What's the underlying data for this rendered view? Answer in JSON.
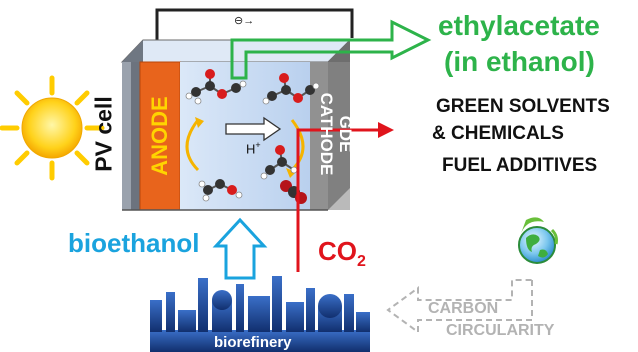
{
  "labels": {
    "pv_cell": "PV cell",
    "anode": "ANODE",
    "cathode_line1": "GDE",
    "cathode_line2": "CATHODE",
    "electron": "⊖→",
    "proton_base": "H",
    "proton_sup": "+",
    "product_line1": "ethylacetate",
    "product_line2": "(in ethanol)",
    "uses_line1": "GREEN SOLVENTS",
    "uses_line2": "& CHEMICALS",
    "uses_line3": "FUEL ADDITIVES",
    "feed": "bioethanol",
    "co2_base": "CO",
    "co2_sub": "2",
    "carbon_line1": "CARBON",
    "carbon_line2": "CIRCULARITY",
    "biorefinery": "biorefinery"
  },
  "colors": {
    "anode": "#e8641c",
    "anode_text": "#ffd400",
    "electrolyte": "#c9ddf4",
    "cathode": "#8c8c8c",
    "product_green": "#2db34a",
    "feed_blue": "#1aa3de",
    "co2_red": "#e0141c",
    "circularity_gray": "#b3b3b3",
    "sun": "#ffd21a",
    "refinery": "#1e4a9c"
  }
}
